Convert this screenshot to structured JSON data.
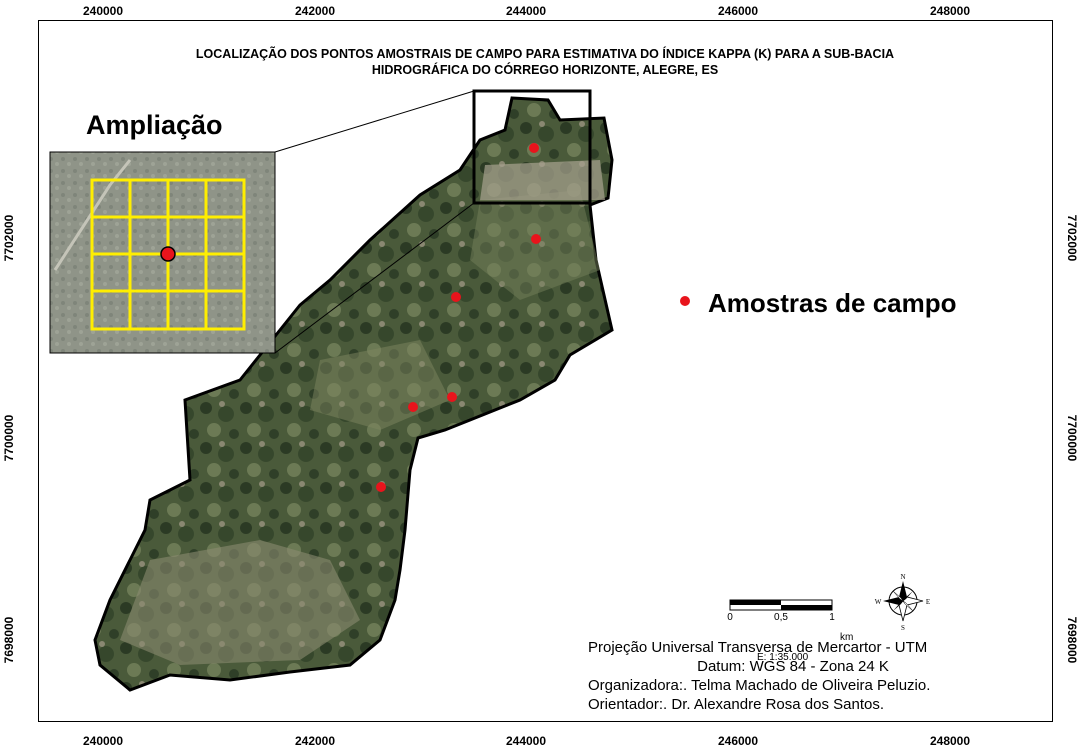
{
  "map": {
    "title_line1": "LOCALIZAÇÃO DOS PONTOS AMOSTRAIS DE CAMPO PARA ESTIMATIVA DO ÍNDICE KAPPA (K) PARA A SUB-BACIA",
    "title_line2": "HIDROGRÁFICA DO CÓRREGO HORIZONTE, ALEGRE, ES",
    "grid_x_labels": [
      "240000",
      "242000",
      "244000",
      "246000",
      "248000"
    ],
    "grid_y_labels": [
      "7702000",
      "7700000",
      "7698000"
    ]
  },
  "inset": {
    "title": "Ampliação"
  },
  "legend": {
    "label": "Amostras de campo",
    "symbol_color": "#e8141c"
  },
  "scale_bar": {
    "labels": [
      "0",
      "0,5",
      "1"
    ],
    "unit": "km",
    "ratio": "E: 1:35.000"
  },
  "north_arrow": {
    "icon": "compass-rose-icon",
    "n": "N",
    "s": "S",
    "e": "E",
    "w": "W"
  },
  "credits": {
    "projection": "Projeção Universal Transversa de Mercartor - UTM",
    "datum": "Datum: WGS 84 -  Zona 24 K",
    "organizer": "Organizadora:. Telma Machado de Oliveira Peluzio.",
    "advisor": "Orientador:. Dr. Alexandre Rosa dos Santos."
  },
  "colors": {
    "imagery_dark": "#2b3a24",
    "imagery_mid": "#5d6e4a",
    "imagery_light": "#a8a290",
    "inset_bg": "#8f9488",
    "grid_yellow": "#ffee00",
    "sample_red": "#e8141c"
  }
}
